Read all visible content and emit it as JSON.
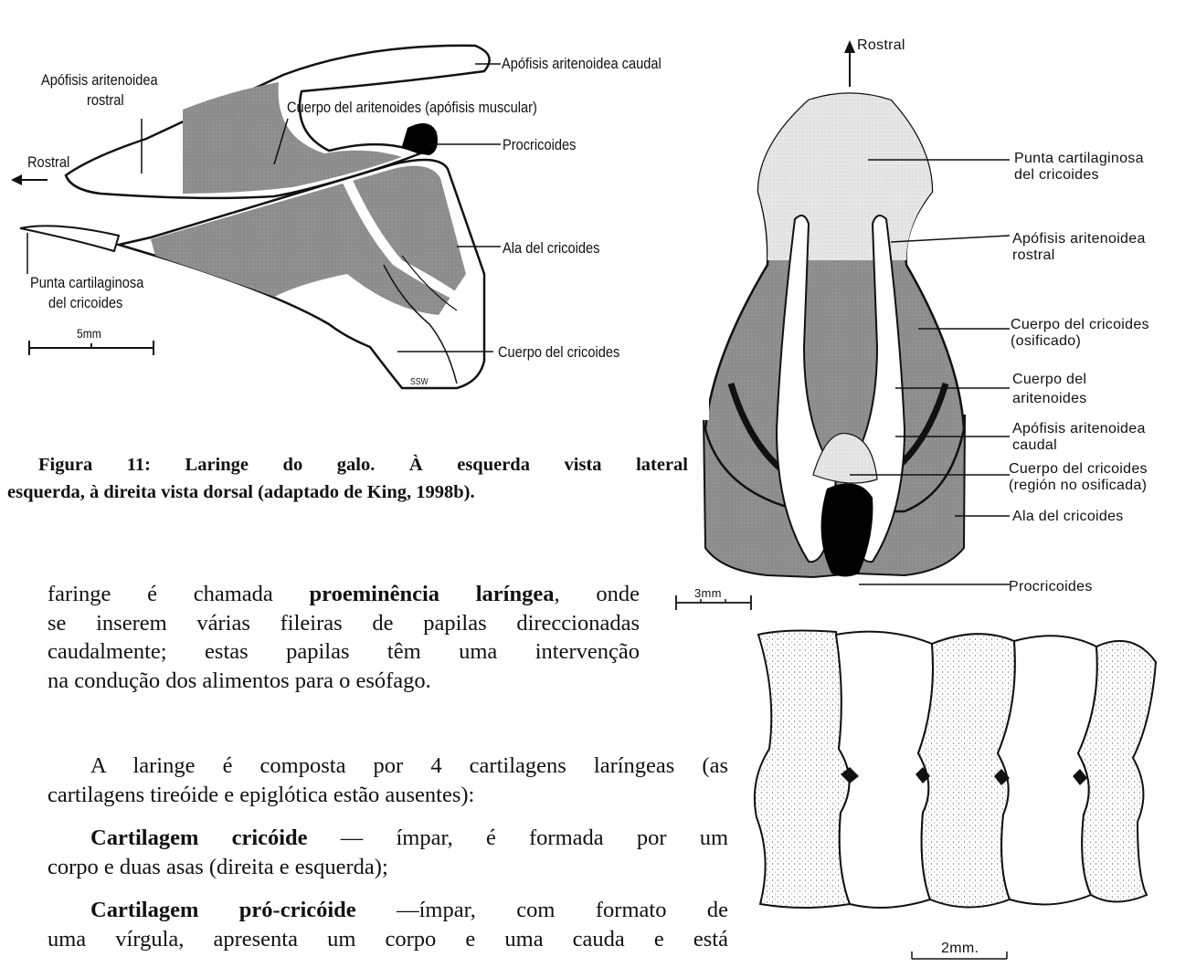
{
  "figure_left": {
    "labels": {
      "apofisis_rostral": [
        "Apófisis aritenoidea",
        "rostral"
      ],
      "apofisis_caudal": "Apófisis aritenoidea caudal",
      "cuerpo_aritenoides": "Cuerpo del aritenoides (apófisis muscular)",
      "procricoides": "Procricoides",
      "rostral": "Rostral",
      "ala_cricoides": "Ala del cricoides",
      "punta_cricoides": [
        "Punta cartilaginosa",
        "del cricoides"
      ],
      "cuerpo_cricoides": "Cuerpo del cricoides",
      "scale": "5mm",
      "signature": "SSW"
    }
  },
  "figure_right": {
    "labels": {
      "rostral": "Rostral",
      "punta_cricoides": [
        "Punta cartilaginosa",
        "del cricoides"
      ],
      "apofisis_rostral": [
        "Apófisis aritenoidea",
        "rostral"
      ],
      "cuerpo_cricoides_osificado": [
        "Cuerpo del cricoides",
        "(osificado)"
      ],
      "cuerpo_aritenoides": [
        "Cuerpo del",
        "aritenoides"
      ],
      "apofisis_caudal": [
        "Apófisis aritenoidea",
        "caudal"
      ],
      "cuerpo_cricoides_no_osif": [
        "Cuerpo del cricoides",
        "(región no osificada)"
      ],
      "ala_cricoides": "Ala del cricoides",
      "procricoides": "Procricoides",
      "scale": "3mm"
    }
  },
  "figure_trachea": {
    "scale": "2mm."
  },
  "caption": {
    "line1": "Figura 11: Laringe do galo. À esquerda vista lateral",
    "line2": "esquerda, à direita vista dorsal  (adaptado de King, 1998b)."
  },
  "paragraph1": {
    "l1_pre": "faringe é chamada ",
    "l1_bold": "proeminência laríngea",
    "l1_post": ", onde",
    "l2": "se inserem várias fileiras de papilas direccionadas",
    "l3": "caudalmente; estas papilas têm uma intervenção",
    "l4": "na condução dos alimentos para o esófago."
  },
  "paragraph2": {
    "l1": "A laringe é composta por 4 cartilagens laríngeas (as",
    "l2": "cartilagens tireóide e epiglótica estão ausentes):"
  },
  "paragraph3": {
    "bold": "Cartilagem cricóide",
    "l1_post": " — ímpar, é formada por um",
    "l2": "corpo e duas asas (direita e esquerda);"
  },
  "paragraph4": {
    "bold": "Cartilagem pró-cricóide",
    "l1_post": " —ímpar, com formato de",
    "l2": "uma vírgula, apresenta um corpo e uma cauda e está"
  }
}
